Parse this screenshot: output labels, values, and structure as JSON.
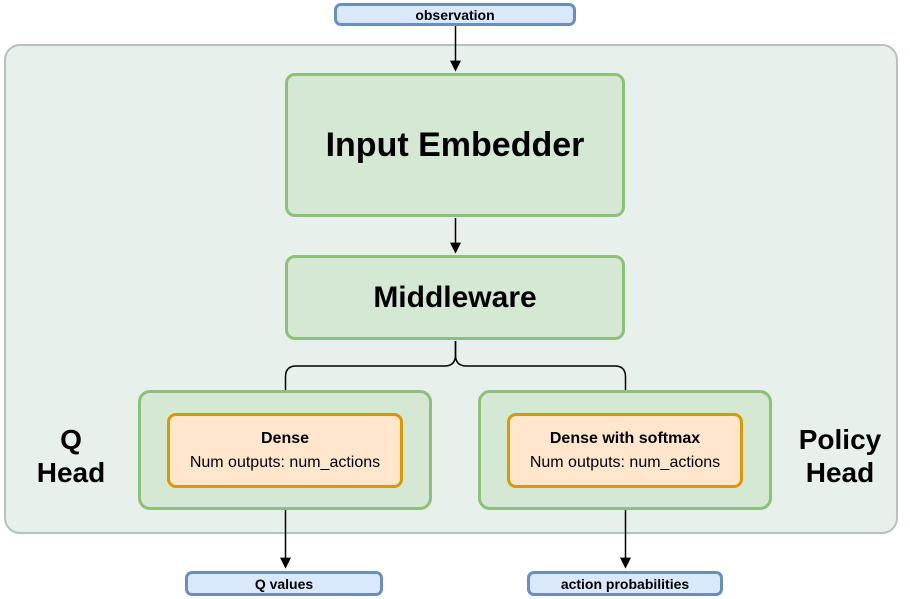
{
  "diagram": {
    "nodes": {
      "observation": {
        "label": "observation"
      },
      "input_embedder": {
        "label": "Input Embedder"
      },
      "middleware": {
        "label": "Middleware"
      },
      "q_head": {
        "line1": "Q",
        "line2": "Head"
      },
      "policy_head": {
        "line1": "Policy",
        "line2": "Head"
      },
      "q_dense": {
        "title": "Dense",
        "subtitle": "Num outputs: num_actions"
      },
      "policy_dense": {
        "title": "Dense with softmax",
        "subtitle": "Num outputs: num_actions"
      },
      "q_values": {
        "label": "Q values"
      },
      "action_probabilities": {
        "label": "action probabilities"
      }
    },
    "colors": {
      "io_fill": "#dae8fc",
      "io_stroke": "#6c8ebf",
      "block_fill": "#d5e8d4",
      "block_stroke": "#8cc178",
      "layer_fill": "#ffe6cc",
      "layer_stroke": "#d79b00",
      "container_fill": "#e8f0ec",
      "container_stroke": "#b9c1bd",
      "connector": "#000000",
      "text": "#000000"
    }
  }
}
